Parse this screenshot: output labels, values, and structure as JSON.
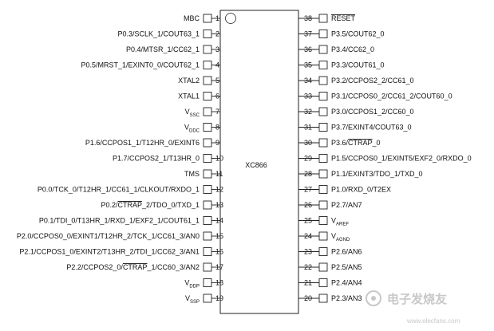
{
  "chip": {
    "name": "XC866"
  },
  "pins_left": [
    {
      "num": "1",
      "label": "MBC"
    },
    {
      "num": "2",
      "label": "P0.3/SCLK_1/COUT63_1"
    },
    {
      "num": "3",
      "label": "P0.4/MTSR_1/CC62_1"
    },
    {
      "num": "4",
      "label": "P0.5/MRST_1/EXINT0_0/COUT62_1"
    },
    {
      "num": "5",
      "label": "XTAL2"
    },
    {
      "num": "6",
      "label": "XTAL1"
    },
    {
      "num": "7",
      "label": "V",
      "sub": "SSC"
    },
    {
      "num": "8",
      "label": "V",
      "sub": "DDC"
    },
    {
      "num": "9",
      "label": "P1.6/CCPOS1_1/T12HR_0/EXINT6"
    },
    {
      "num": "10",
      "label": "P1.7/CCPOS2_1/T13HR_0"
    },
    {
      "num": "11",
      "label": "TMS"
    },
    {
      "num": "12",
      "label": "P0.0/TCK_0/T12HR_1/CC61_1/CLKOUT/RXDO_1"
    },
    {
      "num": "13",
      "label": "P0.2/CTRAP_2/TDO_0/TXD_1",
      "overline": "CTRAP"
    },
    {
      "num": "14",
      "label": "P0.1/TDI_0/T13HR_1/RXD_1/EXF2_1/COUT61_1"
    },
    {
      "num": "15",
      "label": "P2.0/CCPOS0_0/EXINT1/T12HR_2/TCK_1/CC61_3/AN0"
    },
    {
      "num": "16",
      "label": "P2.1/CCPOS1_0/EXINT2/T13HR_2/TDI_1/CC62_3/AN1"
    },
    {
      "num": "17",
      "label": "P2.2/CCPOS2_0/CTRAP_1/CC60_3/AN2",
      "overline": "CTRAP"
    },
    {
      "num": "18",
      "label": "V",
      "sub": "DDP"
    },
    {
      "num": "19",
      "label": "V",
      "sub": "SSP"
    }
  ],
  "pins_right": [
    {
      "num": "38",
      "label": "RESET",
      "overline": "RESET"
    },
    {
      "num": "37",
      "label": "P3.5/COUT62_0"
    },
    {
      "num": "36",
      "label": "P3.4/CC62_0"
    },
    {
      "num": "35",
      "label": "P3.3/COUT61_0"
    },
    {
      "num": "34",
      "label": "P3.2/CCPOS2_2/CC61_0"
    },
    {
      "num": "33",
      "label": "P3.1/CCPOS0_2/CC61_2/COUT60_0"
    },
    {
      "num": "32",
      "label": "P3.0/CCPOS1_2/CC60_0"
    },
    {
      "num": "31",
      "label": "P3.7/EXINT4/COUT63_0"
    },
    {
      "num": "30",
      "label": "P3.6/CTRAP_0",
      "overline": "CTRAP"
    },
    {
      "num": "29",
      "label": "P1.5/CCPOS0_1/EXINT5/EXF2_0/RXDO_0"
    },
    {
      "num": "28",
      "label": "P1.1/EXINT3/TDO_1/TXD_0"
    },
    {
      "num": "27",
      "label": "P1.0/RXD_0/T2EX"
    },
    {
      "num": "26",
      "label": "P2.7/AN7"
    },
    {
      "num": "25",
      "label": "V",
      "sub": "AREF"
    },
    {
      "num": "24",
      "label": "V",
      "sub": "AGND"
    },
    {
      "num": "23",
      "label": "P2.6/AN6"
    },
    {
      "num": "22",
      "label": "P2.5/AN5"
    },
    {
      "num": "21",
      "label": "P2.4/AN4"
    },
    {
      "num": "20",
      "label": "P2.3/AN3"
    }
  ],
  "watermark": {
    "text": "电子发烧友",
    "url": "www.elecfans.com"
  },
  "colors": {
    "line": "#222222",
    "watermark": "#c8c8c8"
  }
}
